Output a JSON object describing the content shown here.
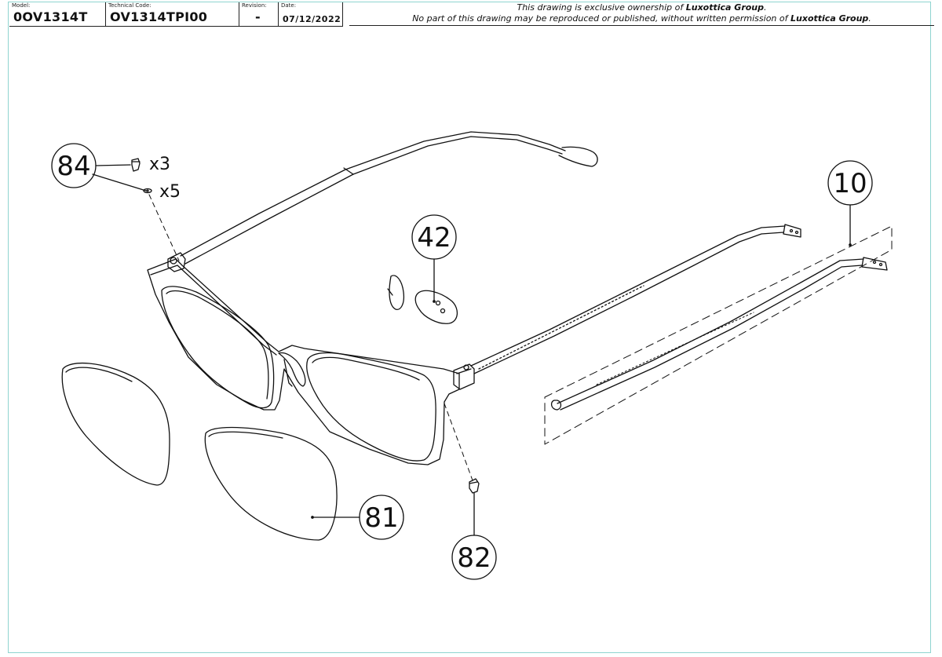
{
  "title_block": {
    "model_caption": "Model:",
    "model_value": "0OV1314T",
    "tech_caption": "Technical Code:",
    "tech_value": "OV1314TPI00",
    "revision_caption": "Revision:",
    "revision_value": "-",
    "date_caption": "Date:",
    "date_value": "07/12/2022"
  },
  "notice": {
    "line1_prefix": "This drawing is exclusive ownership of ",
    "line1_owner": "Luxottica Group",
    "line1_suffix": ".",
    "line2_prefix": "No part of this drawing may be reproduced or published, without written permission of ",
    "line2_owner": "Luxottica Group",
    "line2_suffix": "."
  },
  "callouts": {
    "c84": "84",
    "c84_qty_a": "x3",
    "c84_qty_b": "x5",
    "c42": "42",
    "c10": "10",
    "c81": "81",
    "c82": "82"
  },
  "colors": {
    "frame_border": "#8fd4d0",
    "line": "#111111"
  }
}
